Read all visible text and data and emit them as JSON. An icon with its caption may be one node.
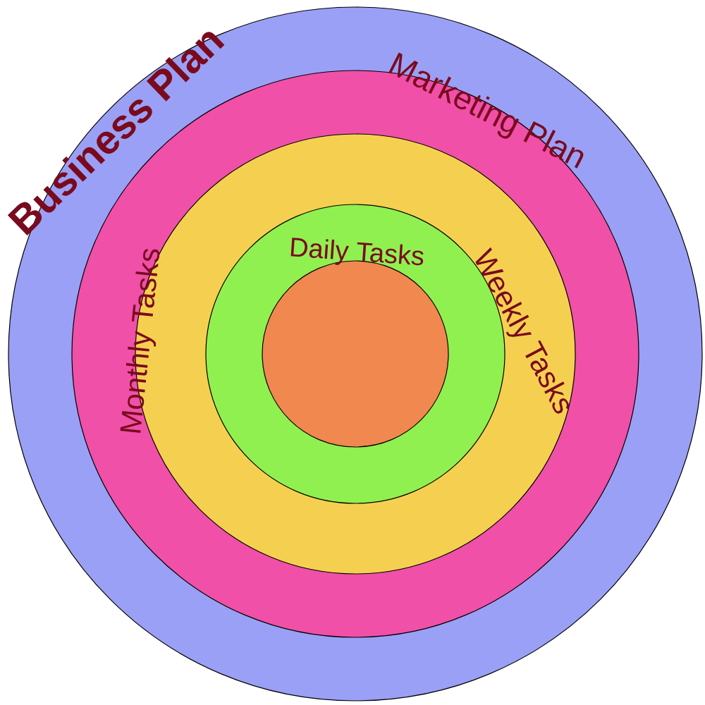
{
  "diagram": {
    "nodes": [
      {
        "text": [
          "Business Plan"
        ]
      },
      {
        "text": [
          "Marketing Plan"
        ],
        "in": 0
      },
      {
        "text": [
          "Monthly Tasks",
          "Weekly Tasks"
        ],
        "in": 1
      },
      {
        "text": [
          "Daily Tasks"
        ],
        "in": 2
      },
      {
        "text": [],
        "shape": "circle",
        "in": 3
      }
    ]
  }
}
